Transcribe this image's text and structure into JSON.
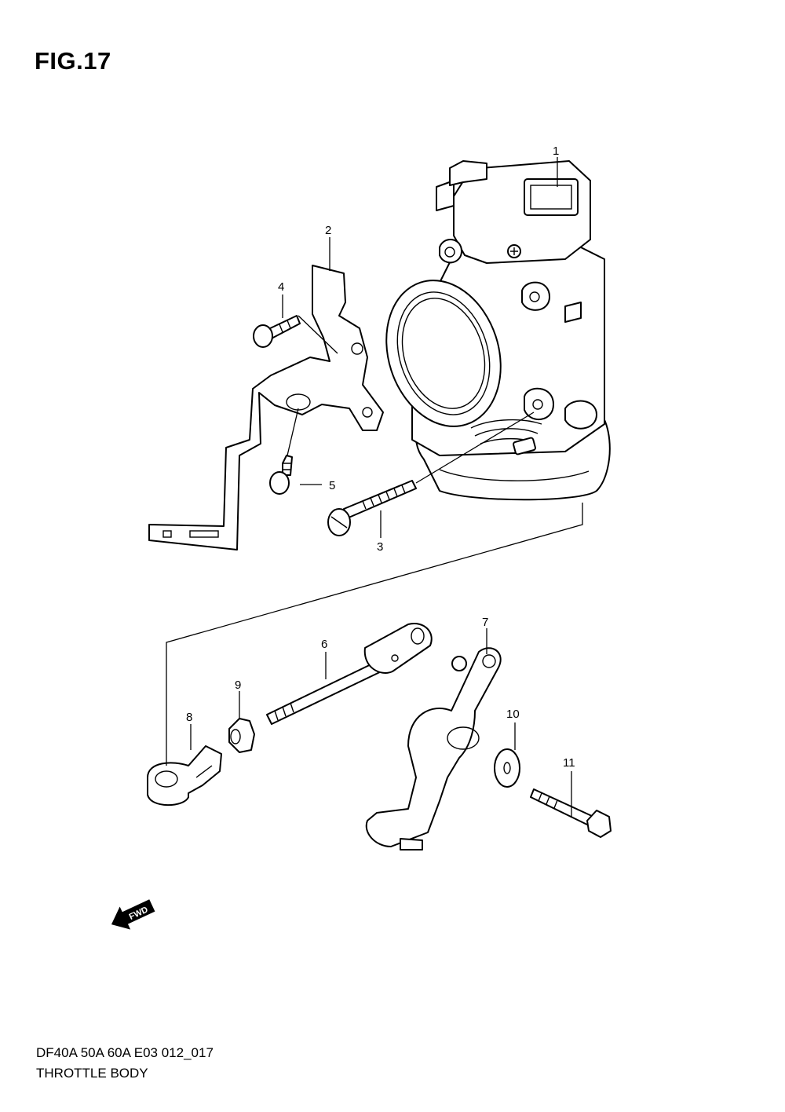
{
  "figure": {
    "title": "FIG.17"
  },
  "callouts": {
    "c1": "1",
    "c2": "2",
    "c3": "3",
    "c4": "4",
    "c5": "5",
    "c6": "6",
    "c7": "7",
    "c8": "8",
    "c9": "9",
    "c10": "10",
    "c11": "11"
  },
  "fwd_label": "FWD",
  "footer": {
    "model": "DF40A 50A 60A E03 012_017",
    "section": "THROTTLE BODY"
  }
}
